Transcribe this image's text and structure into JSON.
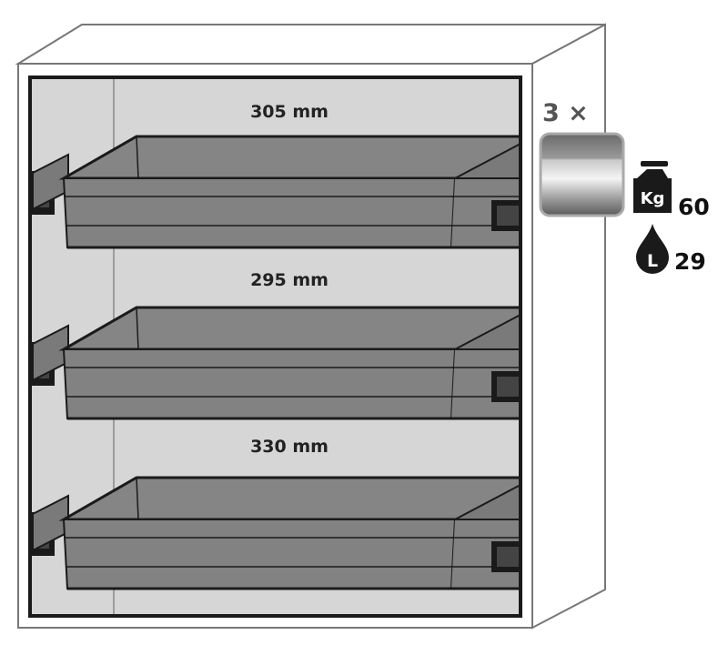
{
  "drawers": [
    {
      "height_label": "305 mm"
    },
    {
      "height_label": "295 mm"
    },
    {
      "height_label": "330 mm"
    }
  ],
  "drawer_count": "3 ×",
  "specs": {
    "load_icon": "weight-kg-icon",
    "load_icon_text": "Kg",
    "load_value": "60",
    "volume_icon": "liquid-drop-icon",
    "volume_icon_text": "L",
    "volume_value": "29"
  },
  "colors": {
    "interior": "#d6d6d6",
    "drawer": "#808080",
    "outline": "#1a1a1a"
  }
}
